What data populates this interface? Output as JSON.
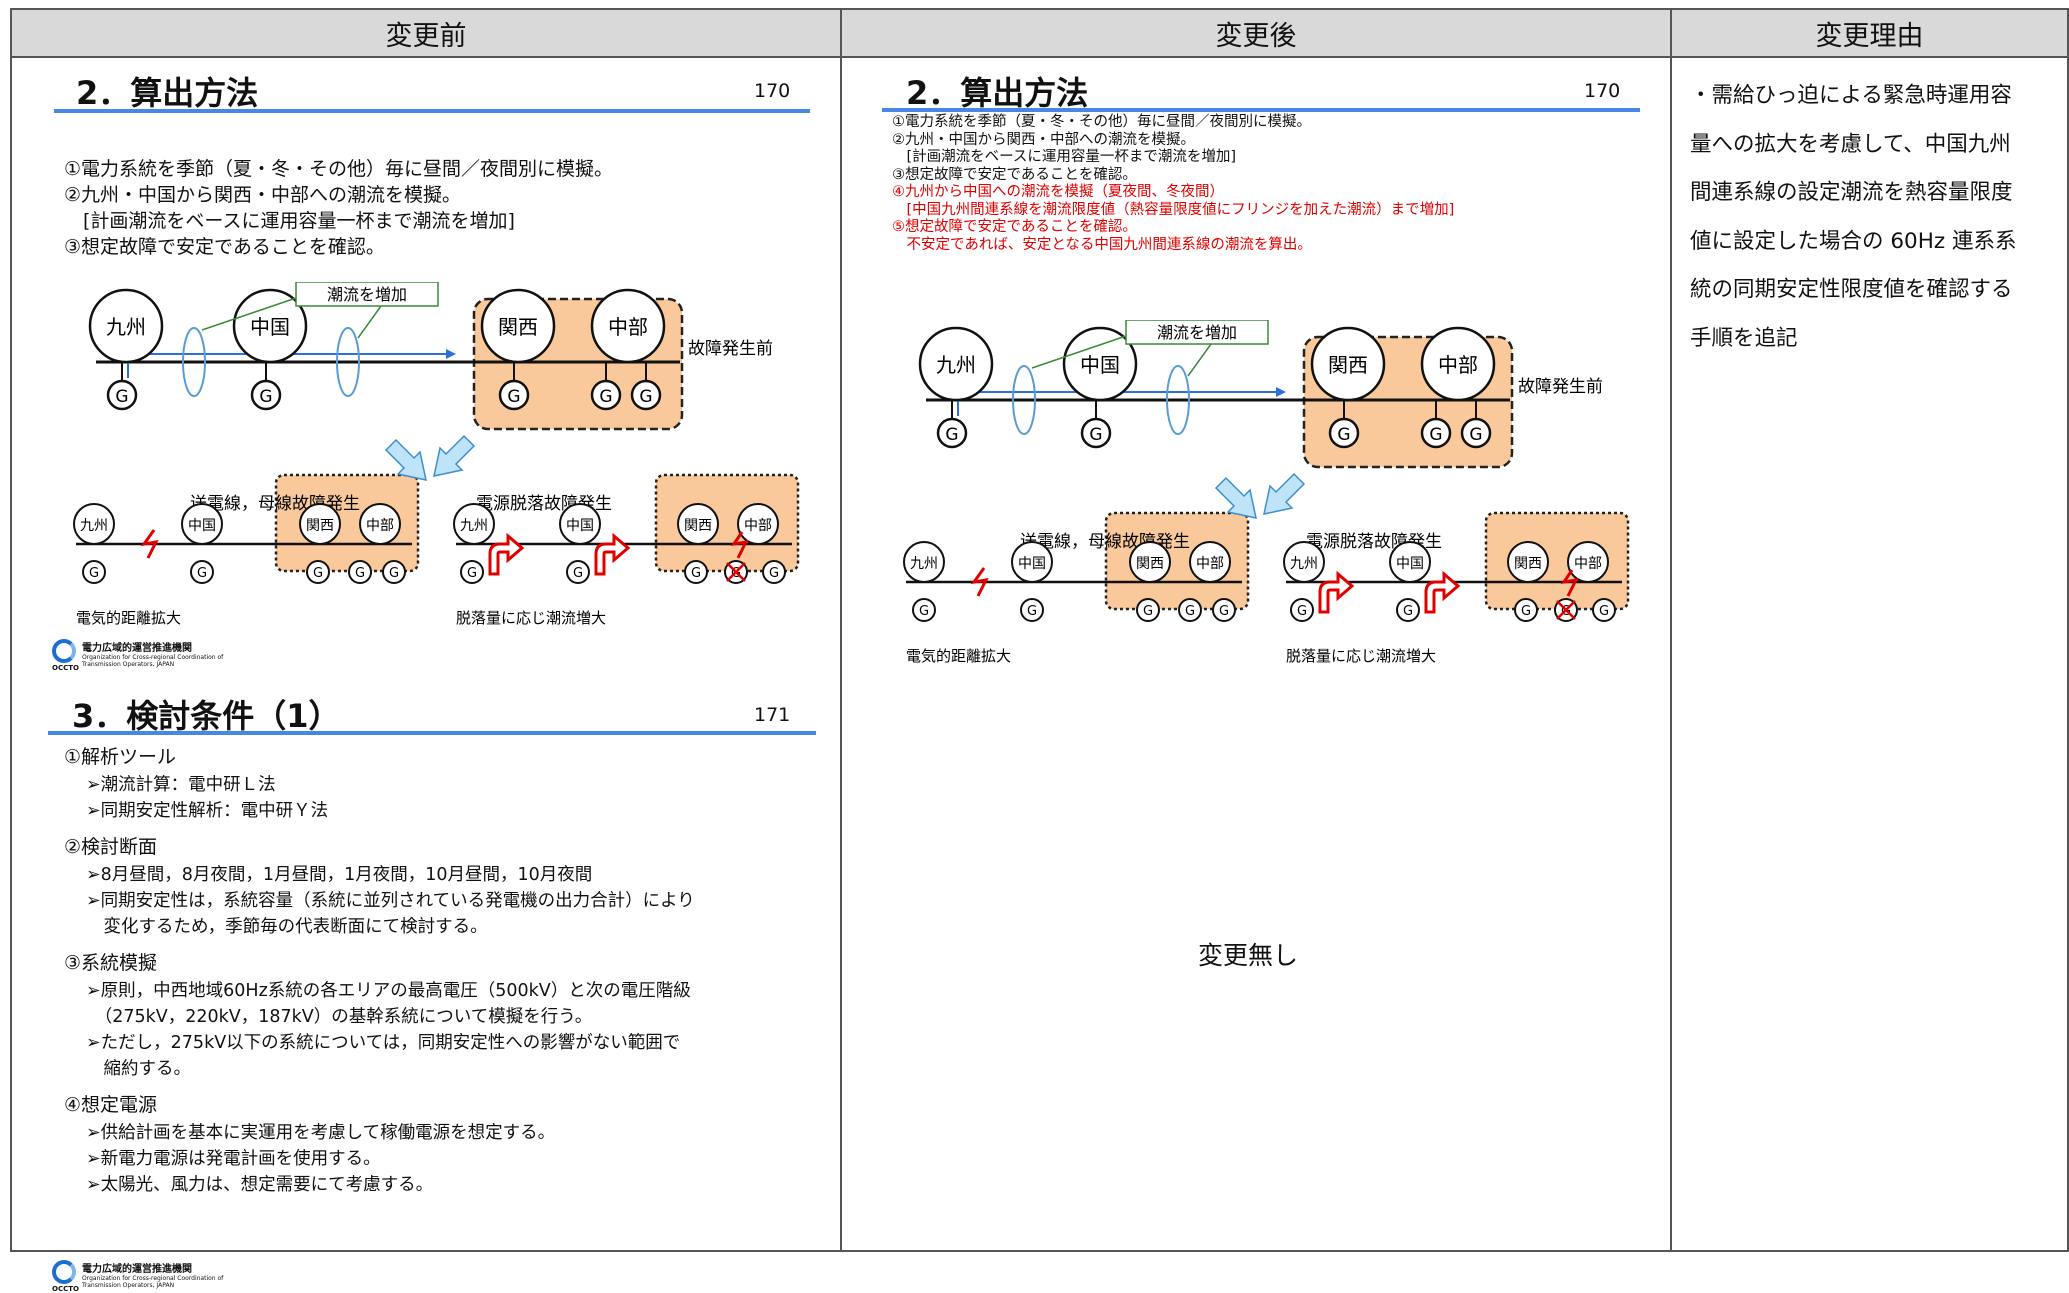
{
  "headers": {
    "before": "変更前",
    "after": "変更後",
    "reason": "変更理由"
  },
  "slide170": {
    "title": "2．算出方法",
    "page": "170",
    "lines_before": [
      "①電力系統を季節（夏・冬・その他）毎に昼間／夜間別に模擬。",
      "②九州・中国から関西・中部への潮流を模擬。",
      "　[計画潮流をベースに運用容量一杯まで潮流を増加]",
      "③想定故障で安定であることを確認。"
    ],
    "lines_after_black": [
      "①電力系統を季節（夏・冬・その他）毎に昼間／夜間別に模擬。",
      "②九州・中国から関西・中部への潮流を模擬。",
      "　[計画潮流をベースに運用容量一杯まで潮流を増加]",
      "③想定故障で安定であることを確認。"
    ],
    "lines_after_red": [
      "④九州から中国への潮流を模擬（夏夜間、冬夜間）",
      "　[中国九州間連系線を潮流限度値（熱容量限度値にフリンジを加えた潮流）まで増加]",
      "⑤想定故障で安定であることを確認。",
      "　不安定であれば、安定となる中国九州間連系線の潮流を算出。"
    ]
  },
  "diagram": {
    "kyushu": "九州",
    "chugoku": "中国",
    "kansai": "関西",
    "chubu": "中部",
    "gen": "G",
    "flow_increase": "潮流を増加",
    "before_fault": "故障発生前",
    "line_fault": "送電線，母線故障発生",
    "gen_drop": "電源脱落故障発生",
    "distance_expand": "電気的距離拡大",
    "flow_by_drop": "脱落量に応じ潮流増大"
  },
  "logo": {
    "name": "電力広域的運営推進機関",
    "sub1": "Organization for Cross-regional Coordination of",
    "sub2": "Transmission Operators, JAPAN",
    "abbr": "OCCTO"
  },
  "slide171": {
    "title": "3．検討条件（1）",
    "page": "171",
    "sections": [
      {
        "heading": "①解析ツール",
        "items": [
          "➢潮流計算：電中研Ｌ法",
          "➢同期安定性解析：電中研Ｙ法"
        ]
      },
      {
        "heading": "②検討断面",
        "items": [
          "➢8月昼間，8月夜間，1月昼間，1月夜間，10月昼間，10月夜間",
          "➢同期安定性は，系統容量（系統に並列されている発電機の出力合計）により\n　変化するため，季節毎の代表断面にて検討する。"
        ]
      },
      {
        "heading": "③系統模擬",
        "items": [
          "➢原則，中西地域60Hz系統の各エリアの最高電圧（500kV）と次の電圧階級\n　（275kV，220kV，187kV）の基幹系統について模擬を行う。",
          "➢ただし，275kV以下の系統については，同期安定性への影響がない範囲で\n　縮約する。"
        ]
      },
      {
        "heading": "④想定電源",
        "items": [
          "➢供給計画を基本に実運用を考慮して稼働電源を想定する。",
          "➢新電力電源は発電計画を使用する。",
          "➢太陽光、風力は、想定需要にて考慮する。"
        ]
      }
    ]
  },
  "no_change": "変更無し",
  "reason_text": "・需給ひっ迫による緊急時運用容量への拡大を考慮して、中国九州間連系線の設定潮流を熱容量限度値に設定した場合の 60Hz 連系系統の同期安定性限度値を確認する手順を追記"
}
